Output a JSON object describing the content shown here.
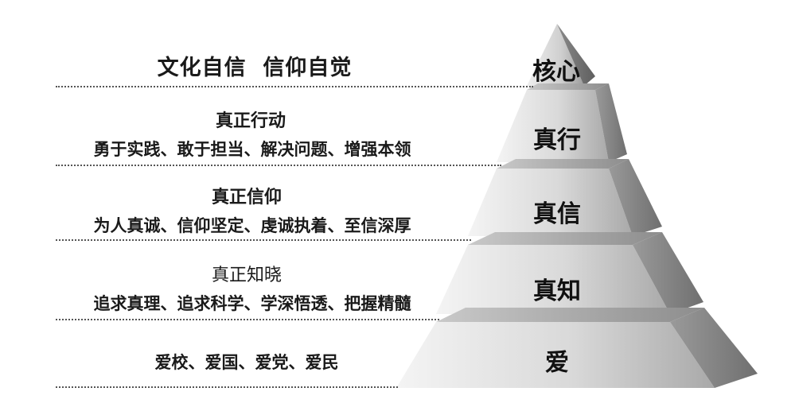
{
  "tiers": [
    {
      "label": "核心",
      "title": "文化自信  信仰自觉"
    },
    {
      "label": "真行",
      "title": "真正行动",
      "description": "勇于实践、敢于担当、解决问题、增强本领"
    },
    {
      "label": "真信",
      "title": "真正信仰",
      "description": "为人真诚、信仰坚定、虔诚执着、至信深厚"
    },
    {
      "label": "真知",
      "title": "真正知晓",
      "description": "追求真理、追求科学、学深悟透、把握精髓"
    },
    {
      "label": "爱",
      "description": "爱校、爱国、爱党、爱民"
    }
  ]
}
